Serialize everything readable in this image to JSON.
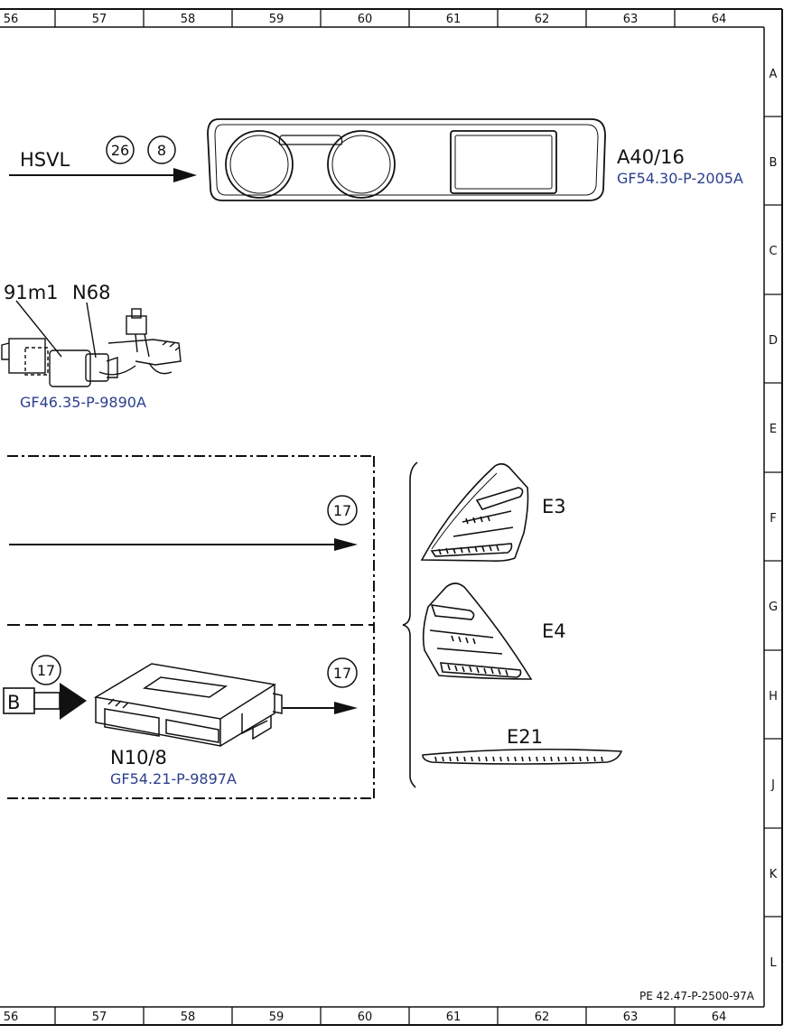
{
  "columns": [
    "56",
    "57",
    "58",
    "59",
    "60",
    "61",
    "62",
    "63",
    "64"
  ],
  "rows": [
    "A",
    "B",
    "C",
    "D",
    "E",
    "F",
    "G",
    "H",
    "J",
    "K",
    "L"
  ],
  "components": {
    "instrument_cluster": {
      "id": "A40/16",
      "ref": "GF54.30-P-2005A"
    },
    "steering": {
      "id_left": "91m1",
      "id_right": "N68",
      "ref": "GF46.35-P-9890A"
    },
    "control_unit": {
      "id": "N10/8",
      "ref": "GF54.21-P-9897A"
    },
    "lamp_e3": {
      "id": "E3"
    },
    "lamp_e4": {
      "id": "E4"
    },
    "lamp_e21": {
      "id": "E21"
    }
  },
  "signals": {
    "hsvl": "HSVL",
    "circle_26": "26",
    "circle_8": "8",
    "circle_17_top": "17",
    "circle_17_left": "17",
    "circle_17_right": "17",
    "connector_b": "B"
  },
  "document_number": "PE 42.47-P-2500-97A"
}
